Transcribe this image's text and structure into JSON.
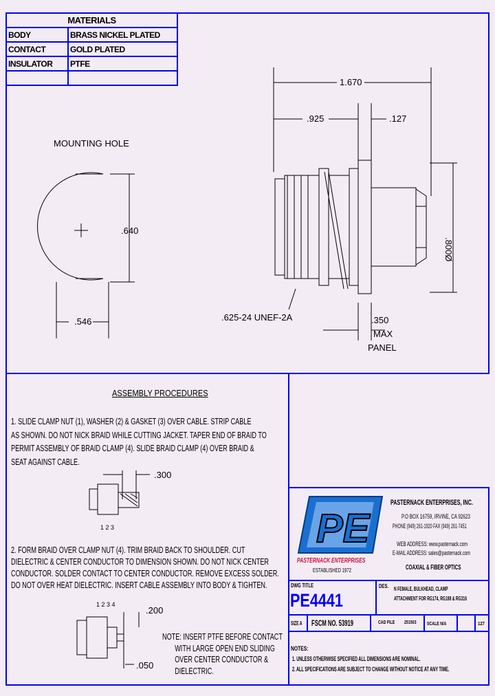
{
  "materials": {
    "title": "MATERIALS",
    "rows": [
      [
        "BODY",
        "BRASS NICKEL PLATED"
      ],
      [
        "CONTACT",
        "GOLD PLATED"
      ],
      [
        "INSULATOR",
        "PTFE"
      ],
      [
        "",
        ""
      ]
    ]
  },
  "drawing": {
    "mounting_hole_label": "MOUNTING HOLE",
    "dim_640": ".640",
    "dim_546": ".546",
    "dim_1670": "1.670",
    "dim_925": ".925",
    "dim_127": ".127",
    "dim_800": ".800Ø",
    "thread": ".625-24 UNEF-2A",
    "dim_350": ".350",
    "max": "MAX",
    "panel": "PANEL"
  },
  "assembly": {
    "title": "ASSEMBLY PROCEDURES",
    "step1": [
      "1. SLIDE CLAMP NUT (1), WASHER (2) & GASKET (3) OVER CABLE. STRIP CABLE",
      "AS SHOWN. DO NOT NICK BRAID WHILE CUTTING JACKET. TAPER END OF BRAID TO",
      "PERMIT ASSEMBLY OF BRAID CLAMP (4). SLIDE BRAID CLAMP (4) OVER BRAID &",
      "SEAT AGAINST CABLE."
    ],
    "dim_300": ".300",
    "parts1": "1  2  3",
    "step2": [
      "2. FORM BRAID OVER CLAMP NUT (4). TRIM BRAID BACK TO SHOULDER. CUT",
      "DIELECTRIC & CENTER CONDUCTOR TO DIMENSION SHOWN. DO NOT NICK CENTER",
      "CONDUCTOR. SOLDER CONTACT TO CENTER CONDUCTOR. REMOVE EXCESS SOLDER.",
      "DO NOT OVER HEAT DIELECTRIC. INSERT CABLE ASSEMBLY INTO BODY & TIGHTEN."
    ],
    "parts2": "1  2  3    4",
    "dim_200": ".200",
    "dim_050": ".050",
    "note": [
      "NOTE: INSERT PTFE BEFORE CONTACT",
      "WITH LARGE OPEN END SLIDING",
      "OVER CENTER CONDUCTOR &",
      "DIELECTRIC."
    ]
  },
  "company": {
    "logo": "PE",
    "logo_name": "PASTERNACK ENTERPRISES",
    "established": "ESTABLISHED 1972",
    "name": "PASTERNACK ENTERPRISES, INC.",
    "address": "P.O BOX 16759, IRVINE, CA 92623",
    "phone": "PHONE (949) 261-1920 FAX (949) 261-7451",
    "web": "WEB ADDRESS: www.pasternack.com",
    "email": "E-MAIL ADDRESS: sales@pasternack.com",
    "tagline": "COAXIAL & FIBER OPTICS",
    "colors": {
      "logo_blue": "#1a6fd0",
      "logo_red": "#d0103a",
      "border": "#0000ff"
    }
  },
  "title_block": {
    "dwg_title_label": "DWG TITLE",
    "part": "PE4441",
    "des_label": "DES.",
    "description": [
      "N FEMALE, BULKHEAD, CLAMP",
      "ATTACHMENT FOR RG174, RG188 & RG316"
    ],
    "size": "SIZE A",
    "fscm": "FSCM NO.  53919",
    "cad_label": "CAD FILE",
    "cad_value": "251503",
    "scale": "SCALE N/A",
    "blank": "",
    "rev": "127"
  },
  "notes": {
    "title": "NOTES:",
    "items": [
      "1.  UNLESS OTHERWISE SPECIFIED ALL DIMENSIONS ARE NOMINAL.",
      "2.  ALL SPECIFICATIONS ARE SUBJECT TO CHANGE WITHOUT NOTICE AT ANY TIME."
    ]
  }
}
